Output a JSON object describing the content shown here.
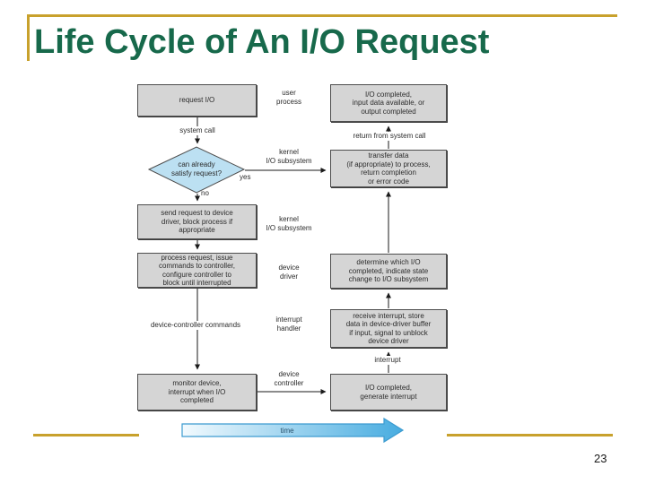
{
  "slide": {
    "title": "Life Cycle of An I/O Request",
    "page_number": "23"
  },
  "colors": {
    "accent_gold": "#C8A12C",
    "title_green": "#17694B",
    "box_gray": "#D5D5D5",
    "diamond_blue": "#BCE0F2",
    "time_arrow_light": "#ECF8FE",
    "time_arrow_dark": "#47ACE0"
  },
  "diagram": {
    "boxes": {
      "request_io": "request I/O",
      "io_completed_top": "I/O completed,\ninput data available, or\noutput completed",
      "decision": "can already\nsatisfy request?",
      "transfer_data": "transfer data\n(if appropriate) to process,\nreturn completion\nor error code",
      "send_request": "send request to device\ndriver, block process if\nappropriate",
      "process_request": "process request, issue\ncommands to controller,\nconfigure controller to\nblock until interrupted",
      "determine_io": "determine which I/O\ncompleted, indicate state\nchange to I/O subsystem",
      "receive_interrupt": "receive interrupt, store\ndata in device-driver buffer\nif input, signal to unblock\ndevice driver",
      "monitor_device": "monitor device,\ninterrupt when I/O\ncompleted",
      "generate_interrupt": "I/O completed,\ngenerate interrupt"
    },
    "labels": {
      "user_process": "user\nprocess",
      "kernel_io_subsystem_1": "kernel\nI/O subsystem",
      "kernel_io_subsystem_2": "kernel\nI/O subsystem",
      "device_driver": "device\ndriver",
      "interrupt_handler": "interrupt\nhandler",
      "device_controller": "device\ncontroller",
      "system_call": "system call",
      "return_from_system_call": "return from system call",
      "yes": "yes",
      "no": "no",
      "device_controller_commands": "device-controller commands",
      "interrupt": "interrupt",
      "time": "time"
    }
  }
}
